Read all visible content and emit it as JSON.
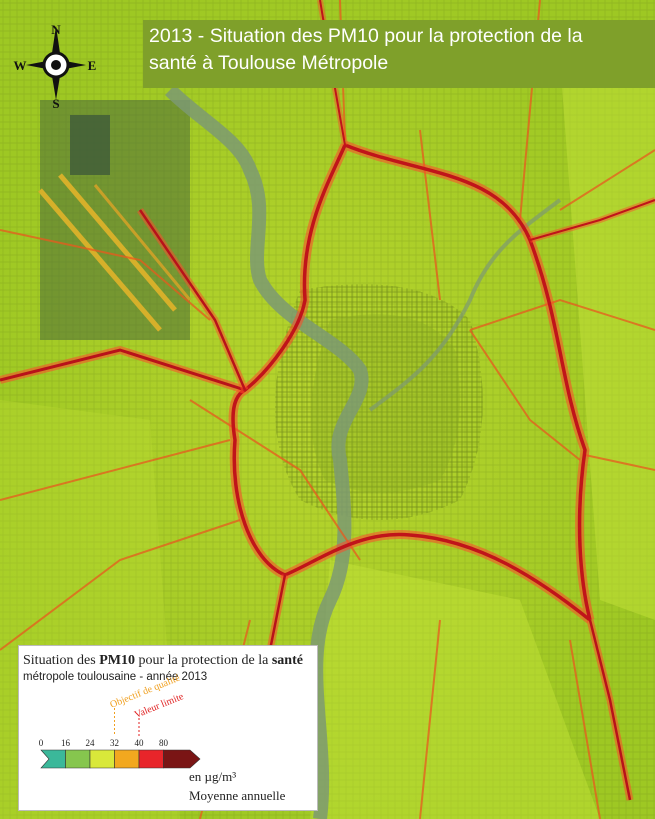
{
  "title": {
    "line1": "2013 - Situation des PM10 pour la protection de la",
    "line2": "santé à Toulouse Métropole"
  },
  "compass": {
    "north": "N",
    "south": "S",
    "east": "E",
    "west": "W"
  },
  "legend": {
    "title_prefix": "Situation des ",
    "title_pollutant": "PM10",
    "title_middle": " pour la protection de la ",
    "title_theme": "santé",
    "subtitle": "métropole toulousaine - année 2013",
    "ticks": [
      "0",
      "16",
      "24",
      "32",
      "40",
      "80"
    ],
    "classes": [
      {
        "from": 0,
        "to": 16,
        "color": "#3bb89a"
      },
      {
        "from": 16,
        "to": 24,
        "color": "#86c64e"
      },
      {
        "from": 24,
        "to": 32,
        "color": "#d9e83a"
      },
      {
        "from": 32,
        "to": 40,
        "color": "#f2a81f"
      },
      {
        "from": 40,
        "to": 80,
        "color": "#e8252a"
      },
      {
        "from": 80,
        "to": null,
        "color": "#7a1515"
      }
    ],
    "quality_objective": {
      "label": "Objectif de qualité",
      "value": 32,
      "color": "#f0a020"
    },
    "limit_value": {
      "label": "Valeur limite",
      "value": 40,
      "color": "#e02020"
    },
    "unit": "en µg/m³",
    "note": "Moyenne annuelle"
  },
  "colors": {
    "background_level": "#a6cf28",
    "light_level": "#c6e43a",
    "road_level": "#e8252a",
    "road_core": "#8a1010",
    "river": "#7d9a72",
    "airport": "#3f5a3a",
    "banner": "#7fa02a"
  }
}
